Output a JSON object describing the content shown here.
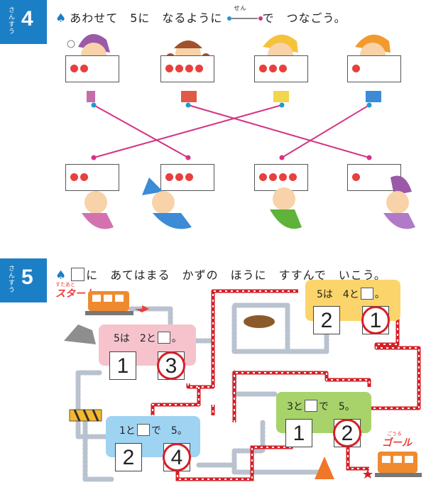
{
  "section4": {
    "tab_sub": "さんすう",
    "tab_num": "4",
    "instruction": "あわせて　5に　なるように",
    "ruby": "せん",
    "instruction_end": "で　つなごう。",
    "top_cards": [
      2,
      4,
      3,
      1
    ],
    "bottom_cards": [
      2,
      3,
      4,
      1
    ]
  },
  "section5": {
    "tab_sub": "さんすう",
    "tab_num": "5",
    "instruction": "に　あてはまる　かずの　ほうに　すすんで　いこう。",
    "start_ruby": "すたあと",
    "start_label": "スタート",
    "goal_ruby": "ごうる",
    "goal_label": "ゴール",
    "questions": [
      {
        "pre": "5は　2と",
        "post": "。",
        "options": [
          "1",
          "3"
        ]
      },
      {
        "pre": "5は　4と",
        "post": "。",
        "options": [
          "2",
          "1"
        ]
      },
      {
        "pre": "3と",
        "post": "で　5。",
        "options": [
          "1",
          "2"
        ]
      },
      {
        "pre": "1と",
        "post": "で　5。",
        "options": [
          "2",
          "4"
        ]
      }
    ]
  },
  "colors": {
    "tab": "#1b7fc6",
    "dot": "#e8403d",
    "pink_line": "#d63384",
    "answer": "#d51f27"
  }
}
